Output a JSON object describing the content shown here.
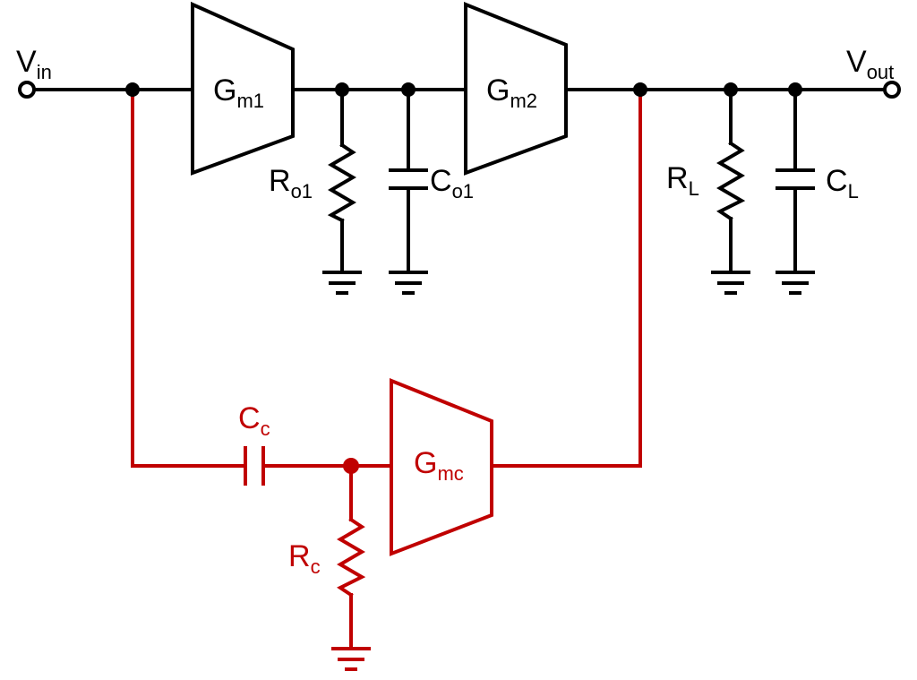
{
  "colors": {
    "main": "#000000",
    "compensation": "#c00000",
    "background": "#ffffff"
  },
  "labels": {
    "vin": {
      "main": "V",
      "sub": "in"
    },
    "vout": {
      "main": "V",
      "sub": "out"
    },
    "gm1": {
      "main": "G",
      "sub": "m1"
    },
    "gm2": {
      "main": "G",
      "sub": "m2"
    },
    "gmc": {
      "main": "G",
      "sub": "mc"
    },
    "ro1": {
      "main": "R",
      "sub": "o1"
    },
    "co1": {
      "main": "C",
      "sub": "o1"
    },
    "rl": {
      "main": "R",
      "sub": "L"
    },
    "cl": {
      "main": "C",
      "sub": "L"
    },
    "cc": {
      "main": "C",
      "sub": "c"
    },
    "rc": {
      "main": "R",
      "sub": "c"
    }
  },
  "icons": {
    "terminal": "open-circle-terminal",
    "junction": "filled-dot-junction",
    "amplifier": "trapezoid-transconductor",
    "resistor": "zigzag-resistor",
    "capacitor": "parallel-plate-capacitor",
    "ground": "ground-symbol"
  }
}
